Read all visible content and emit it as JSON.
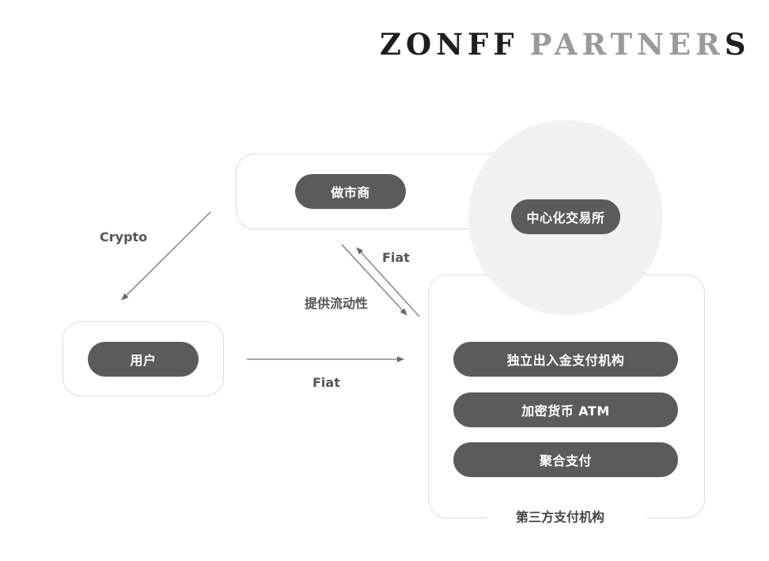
{
  "logo": {
    "brand": "ZONFF",
    "suffix": "PARTNER",
    "suffix_last": "S"
  },
  "nodes": {
    "market_maker": "做市商",
    "exchange": "中心化交易所",
    "user": "用户",
    "payment_group": {
      "caption": "第三方支付机构",
      "items": [
        "独立出入金支付机构",
        "加密货币 ATM",
        "聚合支付"
      ]
    }
  },
  "edges": {
    "crypto": "Crypto",
    "fiat_top": "Fiat",
    "liquidity": "提供流动性",
    "fiat_bottom": "Fiat"
  },
  "colors": {
    "pill": "#5b5b5b",
    "circle": "#f1f1f1",
    "border": "#dcdcdc",
    "label": "#555555",
    "arrow": "#666666"
  }
}
